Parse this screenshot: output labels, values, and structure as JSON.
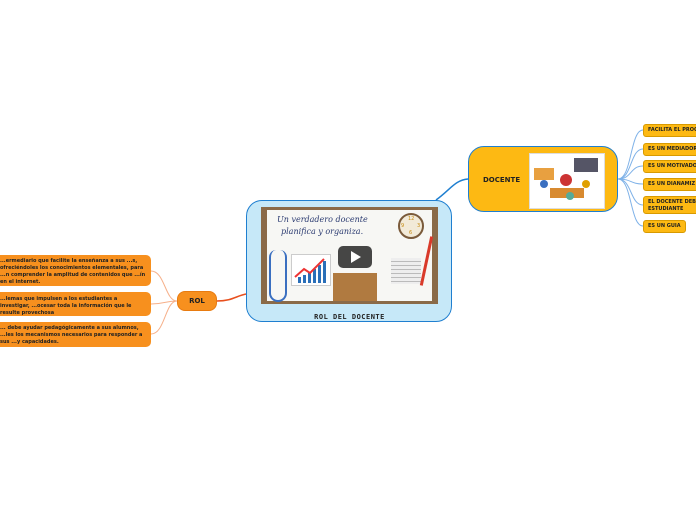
{
  "central": {
    "title": "ROL DEL DOCENTE",
    "video_text_line1": "Un verdadero docente",
    "video_text_line2": "planifica y organiza.",
    "clock_numbers": [
      "12",
      "3",
      "6",
      "9"
    ]
  },
  "rol": {
    "label": "ROL",
    "items": [
      "...ermediario que facilite la enseñanza a sus ...s, ofreciéndoles los conocimientos elementales, para ...n comprender la amplitud de contenidos que ...ín en el internet.",
      "...lemas que impulsen a los estudiantes a investigar, ...ocesar toda la información que le resulte provechosa",
      "... debe ayudar pedagógicamente a sus alumnos, ...les los mecanismos necesarios para responder a sus ...y capacidades."
    ]
  },
  "docente": {
    "label": "DOCENTE",
    "items": [
      "FACILITA EL PROC",
      "ES UN MEDIADOR",
      "ES UN MOTIVADO",
      "ES UN DIANAMIZ",
      "EL DOCENTE DEB ESTUDIANTE",
      "ES UN GUIA"
    ]
  },
  "colors": {
    "rol": "#f7901e",
    "docente": "#fdb913",
    "central": "#c6e8f8",
    "link_blue": "#1f7fd0",
    "link_orange": "#e8501e"
  }
}
